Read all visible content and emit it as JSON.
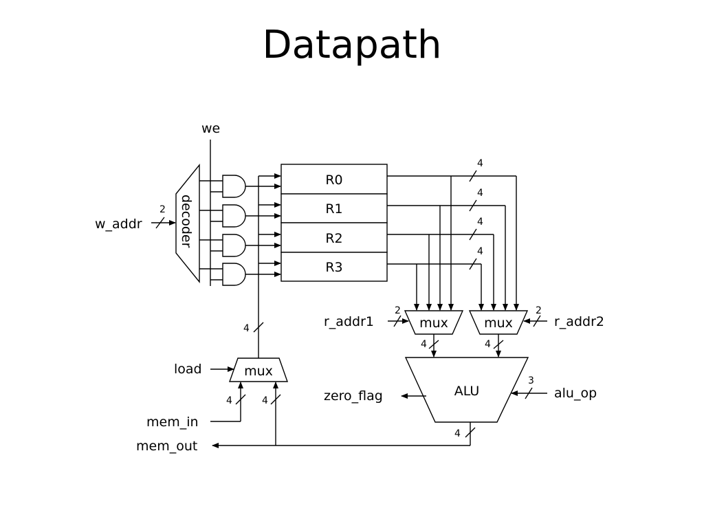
{
  "title": "Datapath",
  "signals": {
    "we": "we",
    "w_addr": "w_addr",
    "r_addr1": "r_addr1",
    "r_addr2": "r_addr2",
    "load": "load",
    "mem_in": "mem_in",
    "mem_out": "mem_out",
    "zero_flag": "zero_flag",
    "alu_op": "alu_op"
  },
  "blocks": {
    "decoder": "decoder",
    "registers": [
      "R0",
      "R1",
      "R2",
      "R3"
    ],
    "mux_read1": "mux",
    "mux_read2": "mux",
    "mux_load": "mux",
    "alu": "ALU"
  },
  "bus_widths": {
    "w_addr": "2",
    "r_addr1": "2",
    "r_addr2": "2",
    "alu_op": "3",
    "reg_out": [
      "4",
      "4",
      "4",
      "4"
    ],
    "mux1_out": "4",
    "mux2_out": "4",
    "load_mux_out": "4",
    "mem_in": "4",
    "mem_out_loop": "4",
    "alu_out": "4"
  }
}
